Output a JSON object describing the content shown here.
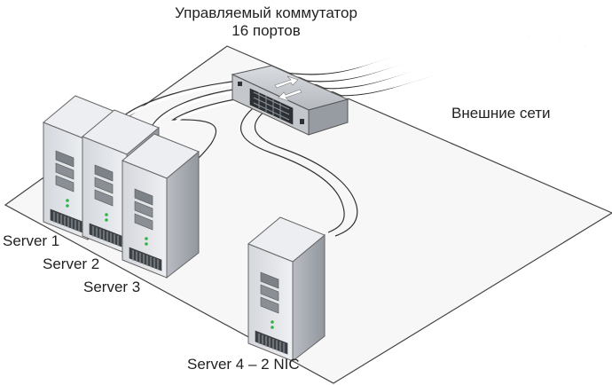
{
  "switch": {
    "title_line1": "Управляемый коммутатор",
    "title_line2": "16 портов"
  },
  "external_networks": "Внешние сети",
  "servers": [
    {
      "label": "Server 1"
    },
    {
      "label": "Server 2"
    },
    {
      "label": "Server 3"
    },
    {
      "label": "Server 4 – 2 NIC"
    }
  ],
  "colors": {
    "platform_fill": "#f7f7f7",
    "platform_stroke": "#444444",
    "cable": "#333333",
    "server_front": "#e1e3e6",
    "server_side": "#a9adb3",
    "server_top": "#eef0f2",
    "switch_body": "#c9ccd1",
    "led_green": "#2fb34a"
  }
}
